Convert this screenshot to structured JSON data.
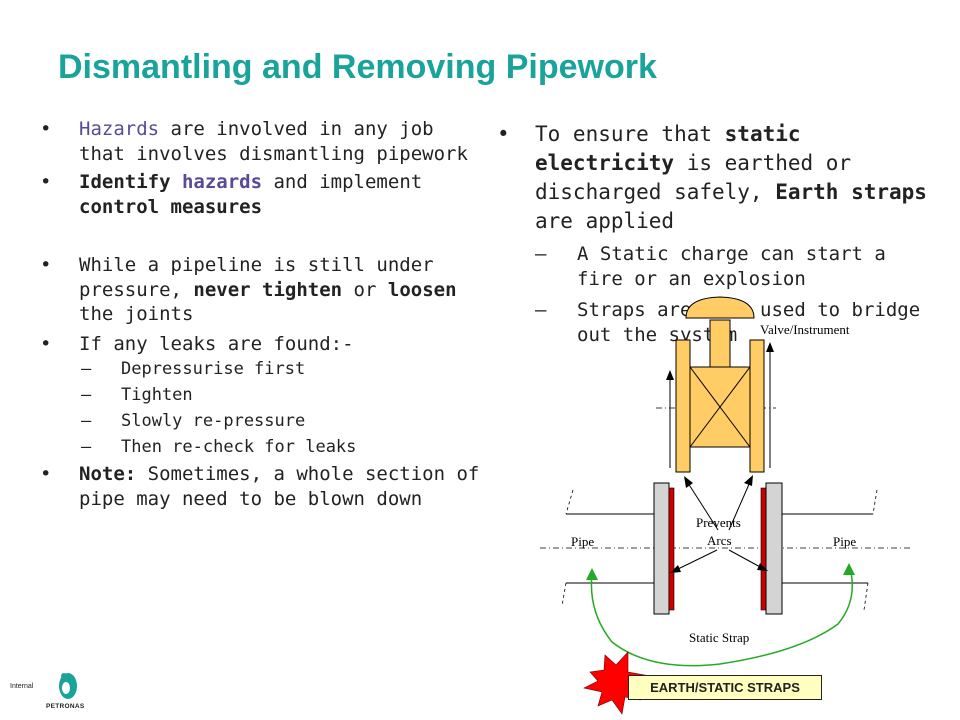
{
  "title": "Dismantling and Removing Pipework",
  "left_bullets": {
    "b1": {
      "hazards": "Hazards",
      "rest": " are involved in any job that involves dismantling pipework"
    },
    "b2": {
      "identify": "Identify",
      "hazards": "hazards",
      "and": " and implement ",
      "control": "control measures"
    },
    "b3": {
      "a": "While a pipeline is still under pressure, ",
      "never": "never tighten",
      "or": " or ",
      "loosen": "loosen",
      "b": " the joints"
    },
    "b4": {
      "text": "If any leaks are found:-"
    },
    "subs": [
      "Depressurise first",
      "Tighten",
      "Slowly re-pressure",
      "Then re-check for leaks"
    ],
    "b5": {
      "note": "Note:",
      "rest": " Sometimes, a whole section of pipe may need to be blown down"
    }
  },
  "right_bullets": {
    "r1": {
      "a": "To ensure that ",
      "static": "static electricity",
      "b": " is earthed or discharged safely, ",
      "earth": "Earth straps",
      "c": " are applied"
    },
    "subs": [
      "A Static charge can start a fire or an explosion",
      "Straps are also used to bridge out the system"
    ]
  },
  "diagram": {
    "valve_label": "Valve/Instrument",
    "pipe_left": "Pipe",
    "pipe_right": "Pipe",
    "prevents": "Prevents",
    "arcs": "Arcs",
    "static_strap": "Static Strap",
    "earth_label": "EARTH/STATIC STRAPS"
  },
  "footer": {
    "internal": "Internal",
    "brand": "PETRONAS"
  },
  "colors": {
    "title": "#1aa39a",
    "hazard": "#5a4a99",
    "valve": "#ffcc66",
    "strap": "#22aa22",
    "flash": "#ff0000"
  },
  "icons": {
    "bullet": "•",
    "dash": "–",
    "logo": "petronas-logo-icon"
  }
}
